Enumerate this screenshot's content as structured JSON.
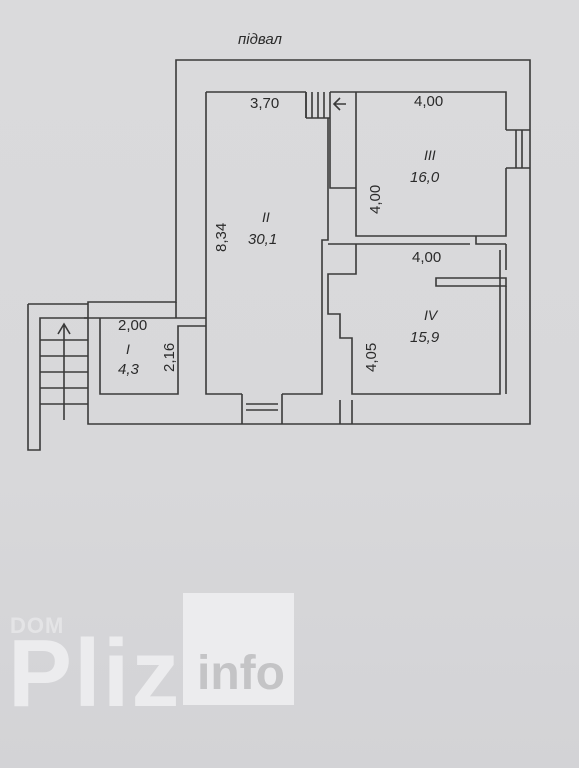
{
  "plan": {
    "title": "підвал",
    "rooms": [
      {
        "number": "I",
        "area": "4,3"
      },
      {
        "number": "II",
        "area": "30,1"
      },
      {
        "number": "III",
        "area": "16,0"
      },
      {
        "number": "IV",
        "area": "15,9"
      }
    ],
    "dimensions": {
      "room2_top": "3,70",
      "room3_top": "4,00",
      "room3_side": "4,00",
      "room4_top": "4,00",
      "room4_side": "4,05",
      "room2_side": "8,34",
      "room1_top": "2,00",
      "room1_side": "2,16"
    }
  },
  "watermark": {
    "small": "DOM",
    "brand": "Pliz",
    "suffix": "info"
  },
  "colors": {
    "line": "#3a3a3a",
    "background": "#d9d9db"
  }
}
